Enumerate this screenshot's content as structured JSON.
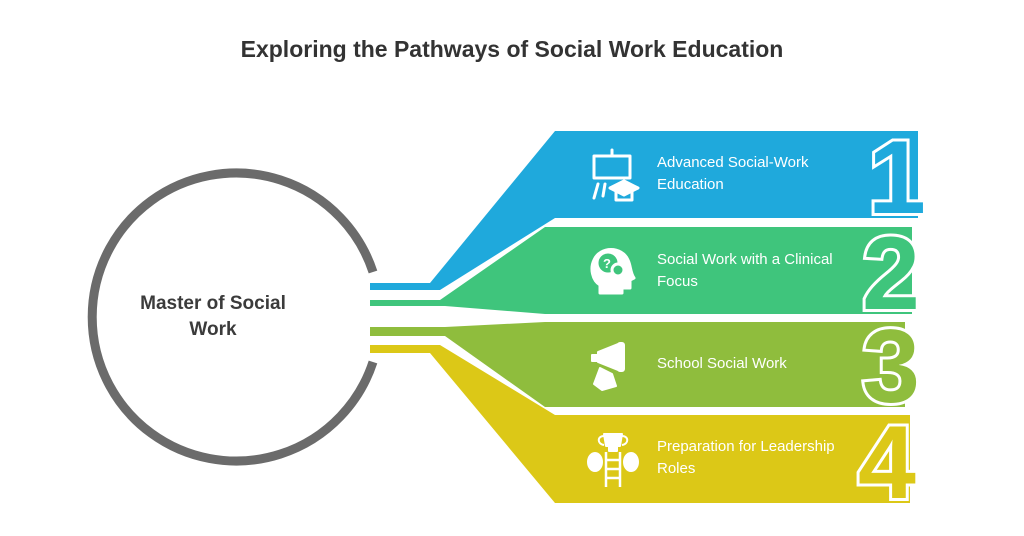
{
  "title": "Exploring the Pathways of Social Work Education",
  "hub": {
    "label": "Master of Social Work"
  },
  "pathways": [
    {
      "number": "1",
      "label": "Advanced Social-Work Education",
      "color": "#1fa9dc",
      "icon": "teaching-board-graduation-cap-icon"
    },
    {
      "number": "2",
      "label": "Social Work with a Clinical Focus",
      "color": "#3fc57c",
      "icon": "head-question-magnifier-icon"
    },
    {
      "number": "3",
      "label": "School Social Work",
      "color": "#8fbd3d",
      "icon": "megaphone-hand-icon"
    },
    {
      "number": "4",
      "label": "Preparation for Leadership Roles",
      "color": "#dcc817",
      "icon": "trophy-ladder-icon"
    }
  ]
}
